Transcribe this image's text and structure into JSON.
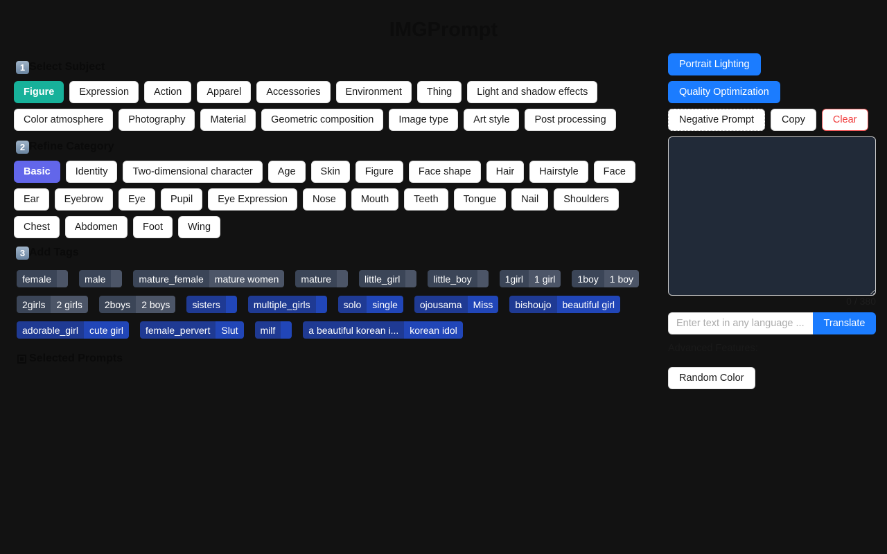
{
  "app": {
    "title": "IMGPrompt"
  },
  "sections": {
    "subject": {
      "number": "1",
      "title": "Select Subject"
    },
    "category": {
      "number": "2",
      "title": "Refine Category"
    },
    "tags": {
      "number": "3",
      "title": "Add Tags"
    },
    "selected": {
      "title": "Selected Prompts"
    }
  },
  "subjects": [
    {
      "label": "Figure",
      "active": true
    },
    {
      "label": "Expression"
    },
    {
      "label": "Action"
    },
    {
      "label": "Apparel"
    },
    {
      "label": "Accessories"
    },
    {
      "label": "Environment"
    },
    {
      "label": "Thing"
    },
    {
      "label": "Light and shadow effects"
    },
    {
      "label": "Color atmosphere"
    },
    {
      "label": "Photography"
    },
    {
      "label": "Material"
    },
    {
      "label": "Geometric composition"
    },
    {
      "label": "Image type"
    },
    {
      "label": "Art style"
    },
    {
      "label": "Post processing"
    }
  ],
  "categories": [
    {
      "label": "Basic",
      "active": true
    },
    {
      "label": "Identity"
    },
    {
      "label": "Two-dimensional character"
    },
    {
      "label": "Age"
    },
    {
      "label": "Skin"
    },
    {
      "label": "Figure"
    },
    {
      "label": "Face shape"
    },
    {
      "label": "Hair"
    },
    {
      "label": "Hairstyle"
    },
    {
      "label": "Face"
    },
    {
      "label": "Ear"
    },
    {
      "label": "Eyebrow"
    },
    {
      "label": "Eye"
    },
    {
      "label": "Pupil"
    },
    {
      "label": "Eye Expression"
    },
    {
      "label": "Nose"
    },
    {
      "label": "Mouth"
    },
    {
      "label": "Teeth"
    },
    {
      "label": "Tongue"
    },
    {
      "label": "Nail"
    },
    {
      "label": "Shoulders"
    },
    {
      "label": "Chest"
    },
    {
      "label": "Abdomen"
    },
    {
      "label": "Foot"
    },
    {
      "label": "Wing"
    }
  ],
  "tags": [
    {
      "en": "female",
      "cn": "",
      "style": "gray"
    },
    {
      "en": "male",
      "cn": "",
      "style": "gray"
    },
    {
      "en": "mature_female",
      "cn": "mature women",
      "style": "gray"
    },
    {
      "en": "mature",
      "cn": "",
      "style": "gray"
    },
    {
      "en": "little_girl",
      "cn": "",
      "style": "gray"
    },
    {
      "en": "little_boy",
      "cn": "",
      "style": "gray"
    },
    {
      "en": "1girl",
      "cn": "1 girl",
      "style": "gray"
    },
    {
      "en": "1boy",
      "cn": "1 boy",
      "style": "gray"
    },
    {
      "en": "2girls",
      "cn": "2 girls",
      "style": "gray"
    },
    {
      "en": "2boys",
      "cn": "2 boys",
      "style": "gray"
    },
    {
      "en": "sisters",
      "cn": "",
      "style": "blue"
    },
    {
      "en": "multiple_girls",
      "cn": "",
      "style": "blue"
    },
    {
      "en": "solo",
      "cn": "single",
      "style": "blue"
    },
    {
      "en": "ojousama",
      "cn": "Miss",
      "style": "blue"
    },
    {
      "en": "bishoujo",
      "cn": "beautiful girl",
      "style": "blue"
    },
    {
      "en": "adorable_girl",
      "cn": "cute girl",
      "style": "blue"
    },
    {
      "en": "female_pervert",
      "cn": "Slut",
      "style": "blue"
    },
    {
      "en": "milf",
      "cn": "",
      "style": "blue"
    },
    {
      "en": "a beautiful korean i...",
      "cn": "korean idol",
      "style": "blue"
    }
  ],
  "right_panel": {
    "presets": [
      "Portrait Lighting",
      "Quality Optimization"
    ],
    "negative_label": "Negative Prompt",
    "copy_label": "Copy",
    "clear_label": "Clear",
    "prompt_value": "",
    "counter": "0 / 380",
    "translate_placeholder": "Enter text in any language ...",
    "translate_label": "Translate",
    "advanced_label": "Advanced Features:",
    "random_color_label": "Random Color"
  },
  "colors": {
    "background": "#121212",
    "teal_active": "#17b19a",
    "purple_active": "#6266ea",
    "primary_blue": "#1b7cff",
    "danger": "#f03c3c",
    "textarea_bg": "#212a38"
  }
}
